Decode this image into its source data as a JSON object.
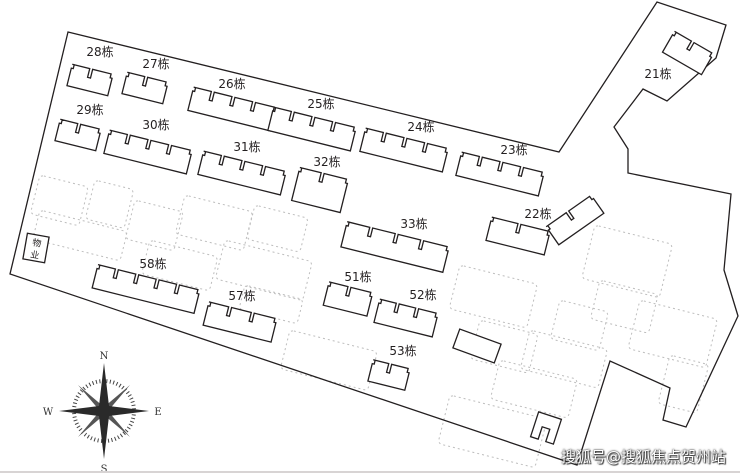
{
  "map": {
    "buildings": [
      {
        "label": "28栋"
      },
      {
        "label": "27栋"
      },
      {
        "label": "26栋"
      },
      {
        "label": "25栋"
      },
      {
        "label": "24栋"
      },
      {
        "label": "23栋"
      },
      {
        "label": "29栋"
      },
      {
        "label": "30栋"
      },
      {
        "label": "31栋"
      },
      {
        "label": "32栋"
      },
      {
        "label": "33栋"
      },
      {
        "label": "58栋"
      },
      {
        "label": "57栋"
      },
      {
        "label": "51栋"
      },
      {
        "label": "52栋"
      },
      {
        "label": "53栋"
      },
      {
        "label": "21栋"
      },
      {
        "label": "22栋"
      }
    ],
    "property_office": {
      "line1": "物",
      "line2": "业"
    },
    "compass": {
      "n": "N",
      "s": "S",
      "e": "E",
      "w": "W"
    }
  },
  "watermark": "搜狐号@搜狐焦点贺州站"
}
